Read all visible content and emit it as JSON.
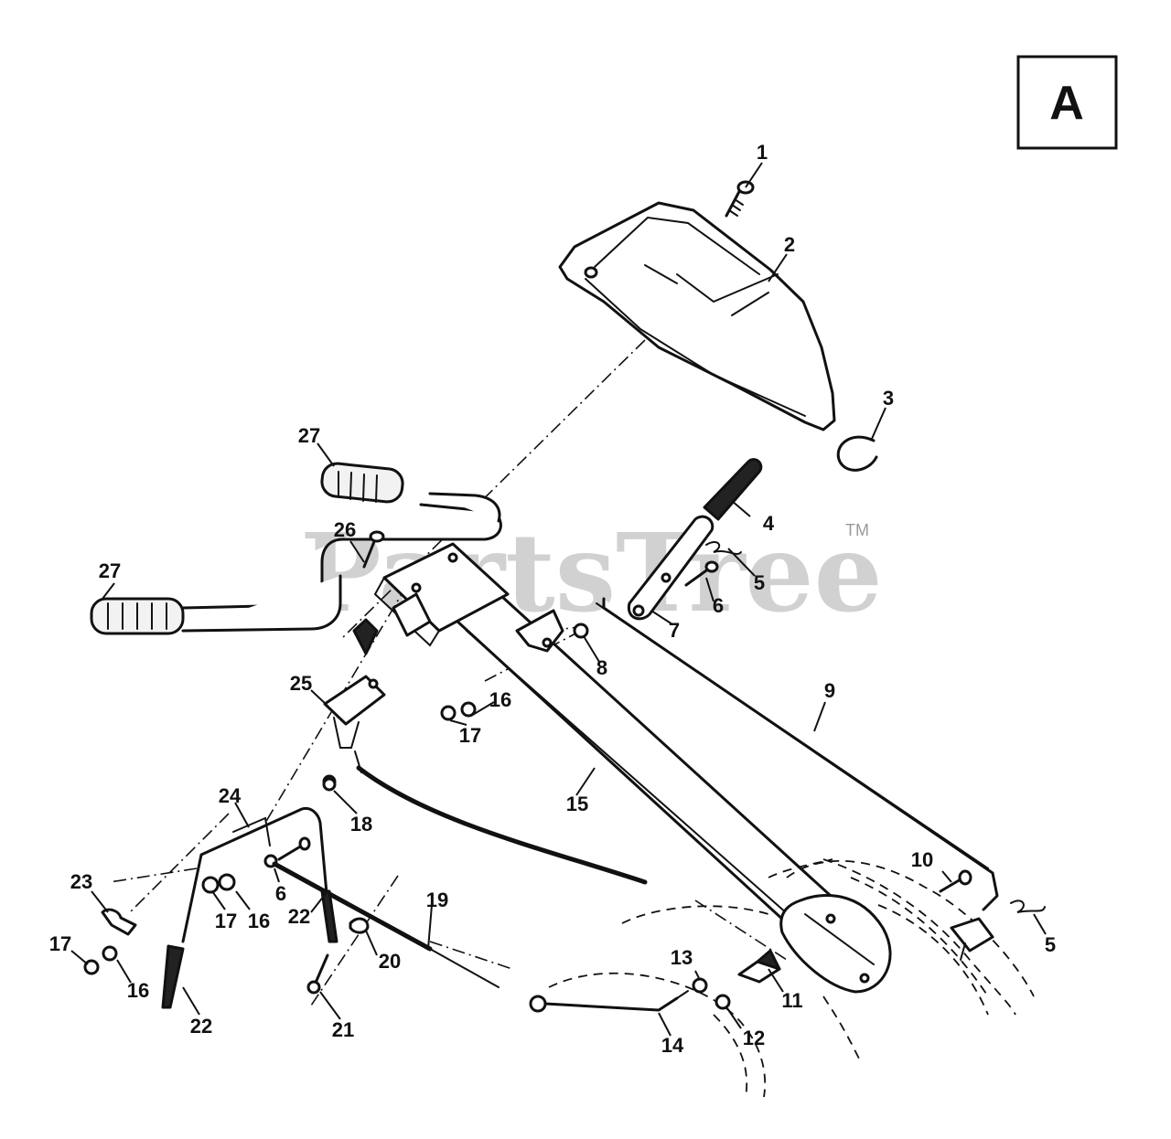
{
  "section_label": "A",
  "watermark": {
    "text": "PartsTree",
    "trademark": "TM"
  },
  "callouts": [
    {
      "id": "c1",
      "label": "1"
    },
    {
      "id": "c2",
      "label": "2"
    },
    {
      "id": "c3",
      "label": "3"
    },
    {
      "id": "c4",
      "label": "4"
    },
    {
      "id": "c5a",
      "label": "5"
    },
    {
      "id": "c6a",
      "label": "6"
    },
    {
      "id": "c7",
      "label": "7"
    },
    {
      "id": "c8",
      "label": "8"
    },
    {
      "id": "c9",
      "label": "9"
    },
    {
      "id": "c10",
      "label": "10"
    },
    {
      "id": "c5b",
      "label": "5"
    },
    {
      "id": "c11",
      "label": "11"
    },
    {
      "id": "c12",
      "label": "12"
    },
    {
      "id": "c13",
      "label": "13"
    },
    {
      "id": "c14",
      "label": "14"
    },
    {
      "id": "c15",
      "label": "15"
    },
    {
      "id": "c16a",
      "label": "16"
    },
    {
      "id": "c17a",
      "label": "17"
    },
    {
      "id": "c18",
      "label": "18"
    },
    {
      "id": "c19",
      "label": "19"
    },
    {
      "id": "c20",
      "label": "20"
    },
    {
      "id": "c21",
      "label": "21"
    },
    {
      "id": "c22a",
      "label": "22"
    },
    {
      "id": "c22b",
      "label": "22"
    },
    {
      "id": "c6b",
      "label": "6"
    },
    {
      "id": "c16b",
      "label": "16"
    },
    {
      "id": "c17b",
      "label": "17"
    },
    {
      "id": "c23",
      "label": "23"
    },
    {
      "id": "c16c",
      "label": "16"
    },
    {
      "id": "c17c",
      "label": "17"
    },
    {
      "id": "c24",
      "label": "24"
    },
    {
      "id": "c25",
      "label": "25"
    },
    {
      "id": "c26",
      "label": "26"
    },
    {
      "id": "c27a",
      "label": "27"
    },
    {
      "id": "c27b",
      "label": "27"
    }
  ]
}
